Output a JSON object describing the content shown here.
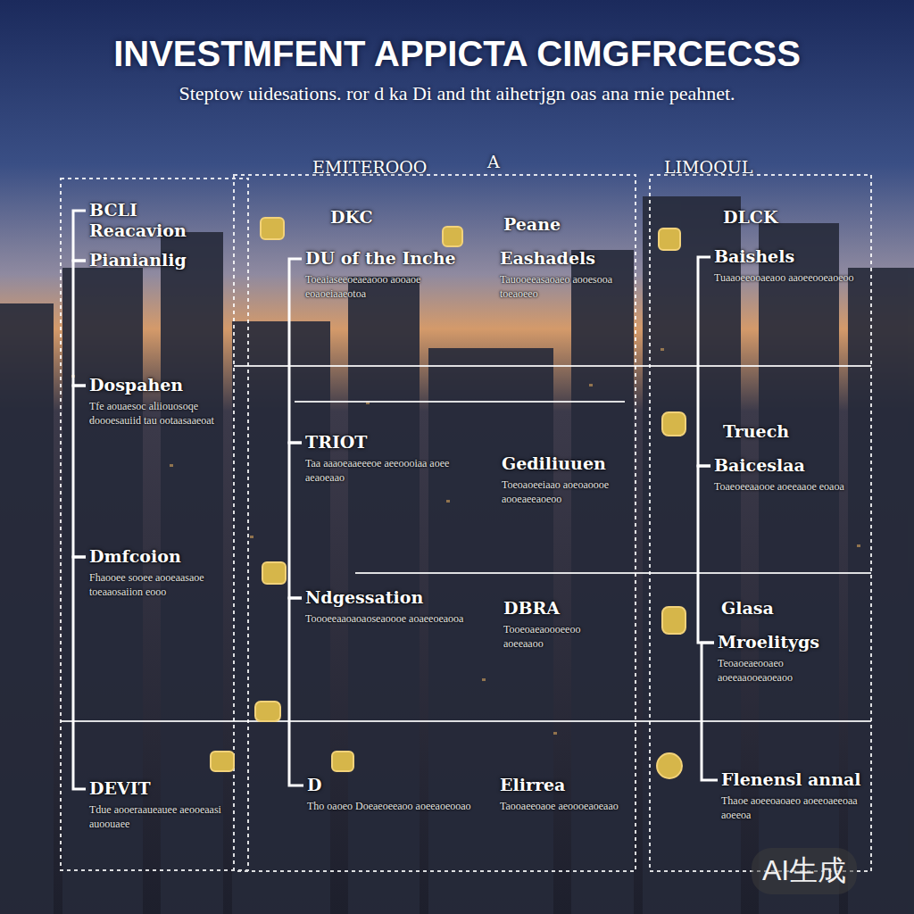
{
  "diagram": {
    "title": "INVESTMFENT APPICTA CIMGFRCECSS",
    "caption": "Steptow uidesations. ror d ka Di and tht aihetrjgn oas ana rnie peahnet.",
    "nodes": [
      {
        "text": [
          "BCLI Reacavion"
        ]
      },
      {
        "text": [
          "Pianianlig"
        ]
      },
      {
        "text": [
          "Dospahen",
          "Tfe aouaesoc aliiouosoqe doooesauiid tau ootaasaaeoat"
        ]
      },
      {
        "text": [
          "Dmfcoion",
          "Fhaooee sooee aooeaasaoe toeaaosaiion eooo"
        ]
      },
      {
        "text": [
          "DEVIT",
          "Tdue aooeraaueauee aeooeaasi auoouaee"
        ]
      },
      {
        "text": [
          "DKC"
        ]
      },
      {
        "text": [
          "DU of the Inche",
          "Toeaiaseeoeaeaooo aooaoe eoaoeiaaeotoa"
        ]
      },
      {
        "text": [
          "Peane"
        ]
      },
      {
        "text": [
          "Eashadels",
          "Tauooeeasaoaeo aooesooa toeaoeeo"
        ]
      },
      {
        "text": [
          "TRIOT",
          "Taa aaaoeaaeeeoe aeeoooiaa aoee aeaoeaao"
        ]
      },
      {
        "text": [
          "Gediliuuen",
          "Toeoaoeeiaao aoeoaoooe aooeaeeaoeoo"
        ]
      },
      {
        "text": [
          "Ndgessation",
          "Toooeeaaoaoaoseaoooe aoaeeoeaooa"
        ]
      },
      {
        "text": [
          "DBRA",
          "Tooeoaeaoooeeoo aoeeaaoo"
        ]
      },
      {
        "text": [
          "D",
          "Tho oaoeo Doeaeoeeaoo aoeeaoeooao"
        ]
      },
      {
        "text": [
          "Elirrea",
          "Taooaeeoaoe aeoooeaoeaao"
        ]
      },
      {
        "text": [
          "DLCK"
        ]
      },
      {
        "text": [
          "Baishels",
          "Tuaaoeeooaeaoo aaoeeooeaoeoo"
        ]
      },
      {
        "text": [
          "Truech"
        ]
      },
      {
        "text": [
          "Baiceslaa",
          "Toaeoeeaaooe aoeeaaoe eoaoa"
        ]
      },
      {
        "text": [
          "Glasa"
        ]
      },
      {
        "text": [
          "Mroelitygs",
          "Teoaoeaeooaeo aoeeaaooeaoeaoo"
        ]
      },
      {
        "text": [
          "Flenensl annal",
          "Thaoe aoeeoaoaeo aoeeoaeeoaa aoeeoa"
        ]
      }
    ],
    "edges": [
      {
        "from": 0,
        "to": 1,
        "arrow": "none"
      },
      {
        "from": 1,
        "to": 2,
        "arrow": "none"
      },
      {
        "from": 2,
        "to": 3,
        "arrow": "none"
      },
      {
        "from": 3,
        "to": 4,
        "arrow": "none"
      },
      {
        "from": 6,
        "to": 9,
        "arrow": "none"
      },
      {
        "from": 9,
        "to": 11,
        "arrow": "none"
      },
      {
        "from": 11,
        "to": 13,
        "arrow": "none"
      },
      {
        "from": 16,
        "to": 18,
        "arrow": "none"
      },
      {
        "from": 18,
        "to": 20,
        "arrow": "none"
      },
      {
        "from": 20,
        "to": 21,
        "arrow": "none"
      }
    ],
    "labels": [
      "EMITEROOO",
      "A",
      "LIMOQUL",
      "AI生成"
    ]
  }
}
